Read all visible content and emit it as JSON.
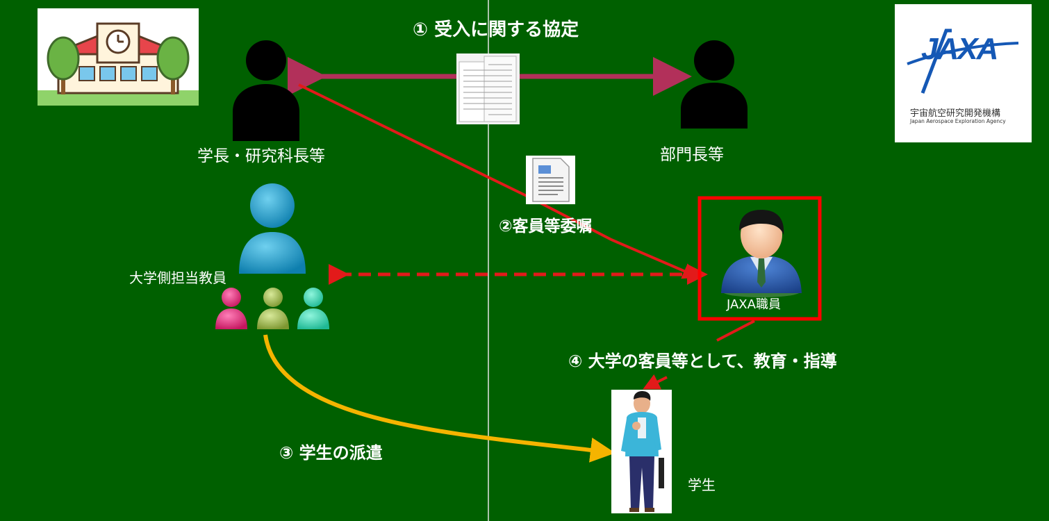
{
  "steps": {
    "agreement": "① 受入に関する協定",
    "commission": "②客員等委嘱",
    "dispatch": "③ 学生の派遣",
    "education": "④ 大学の客員等として、教育・指導"
  },
  "people": {
    "university_head": "学長・研究科長等",
    "department_head": "部門長等",
    "faculty": "大学側担当教員",
    "jaxa_staff": "JAXA職員",
    "student": "学生"
  },
  "logo": {
    "jaxa_mark": "JAXA",
    "jaxa_name_ja": "宇宙航空研究開発機構",
    "jaxa_name_en": "Japan Aerospace Exploration Agency"
  },
  "colors": {
    "background": "#006000",
    "agreement_arrow": "#b2305a",
    "commission_arrow": "#e21a1a",
    "dispatch_arrow": "#f5b400",
    "highlight_box": "#ff0000",
    "jaxa_blue": "#1558b5"
  }
}
